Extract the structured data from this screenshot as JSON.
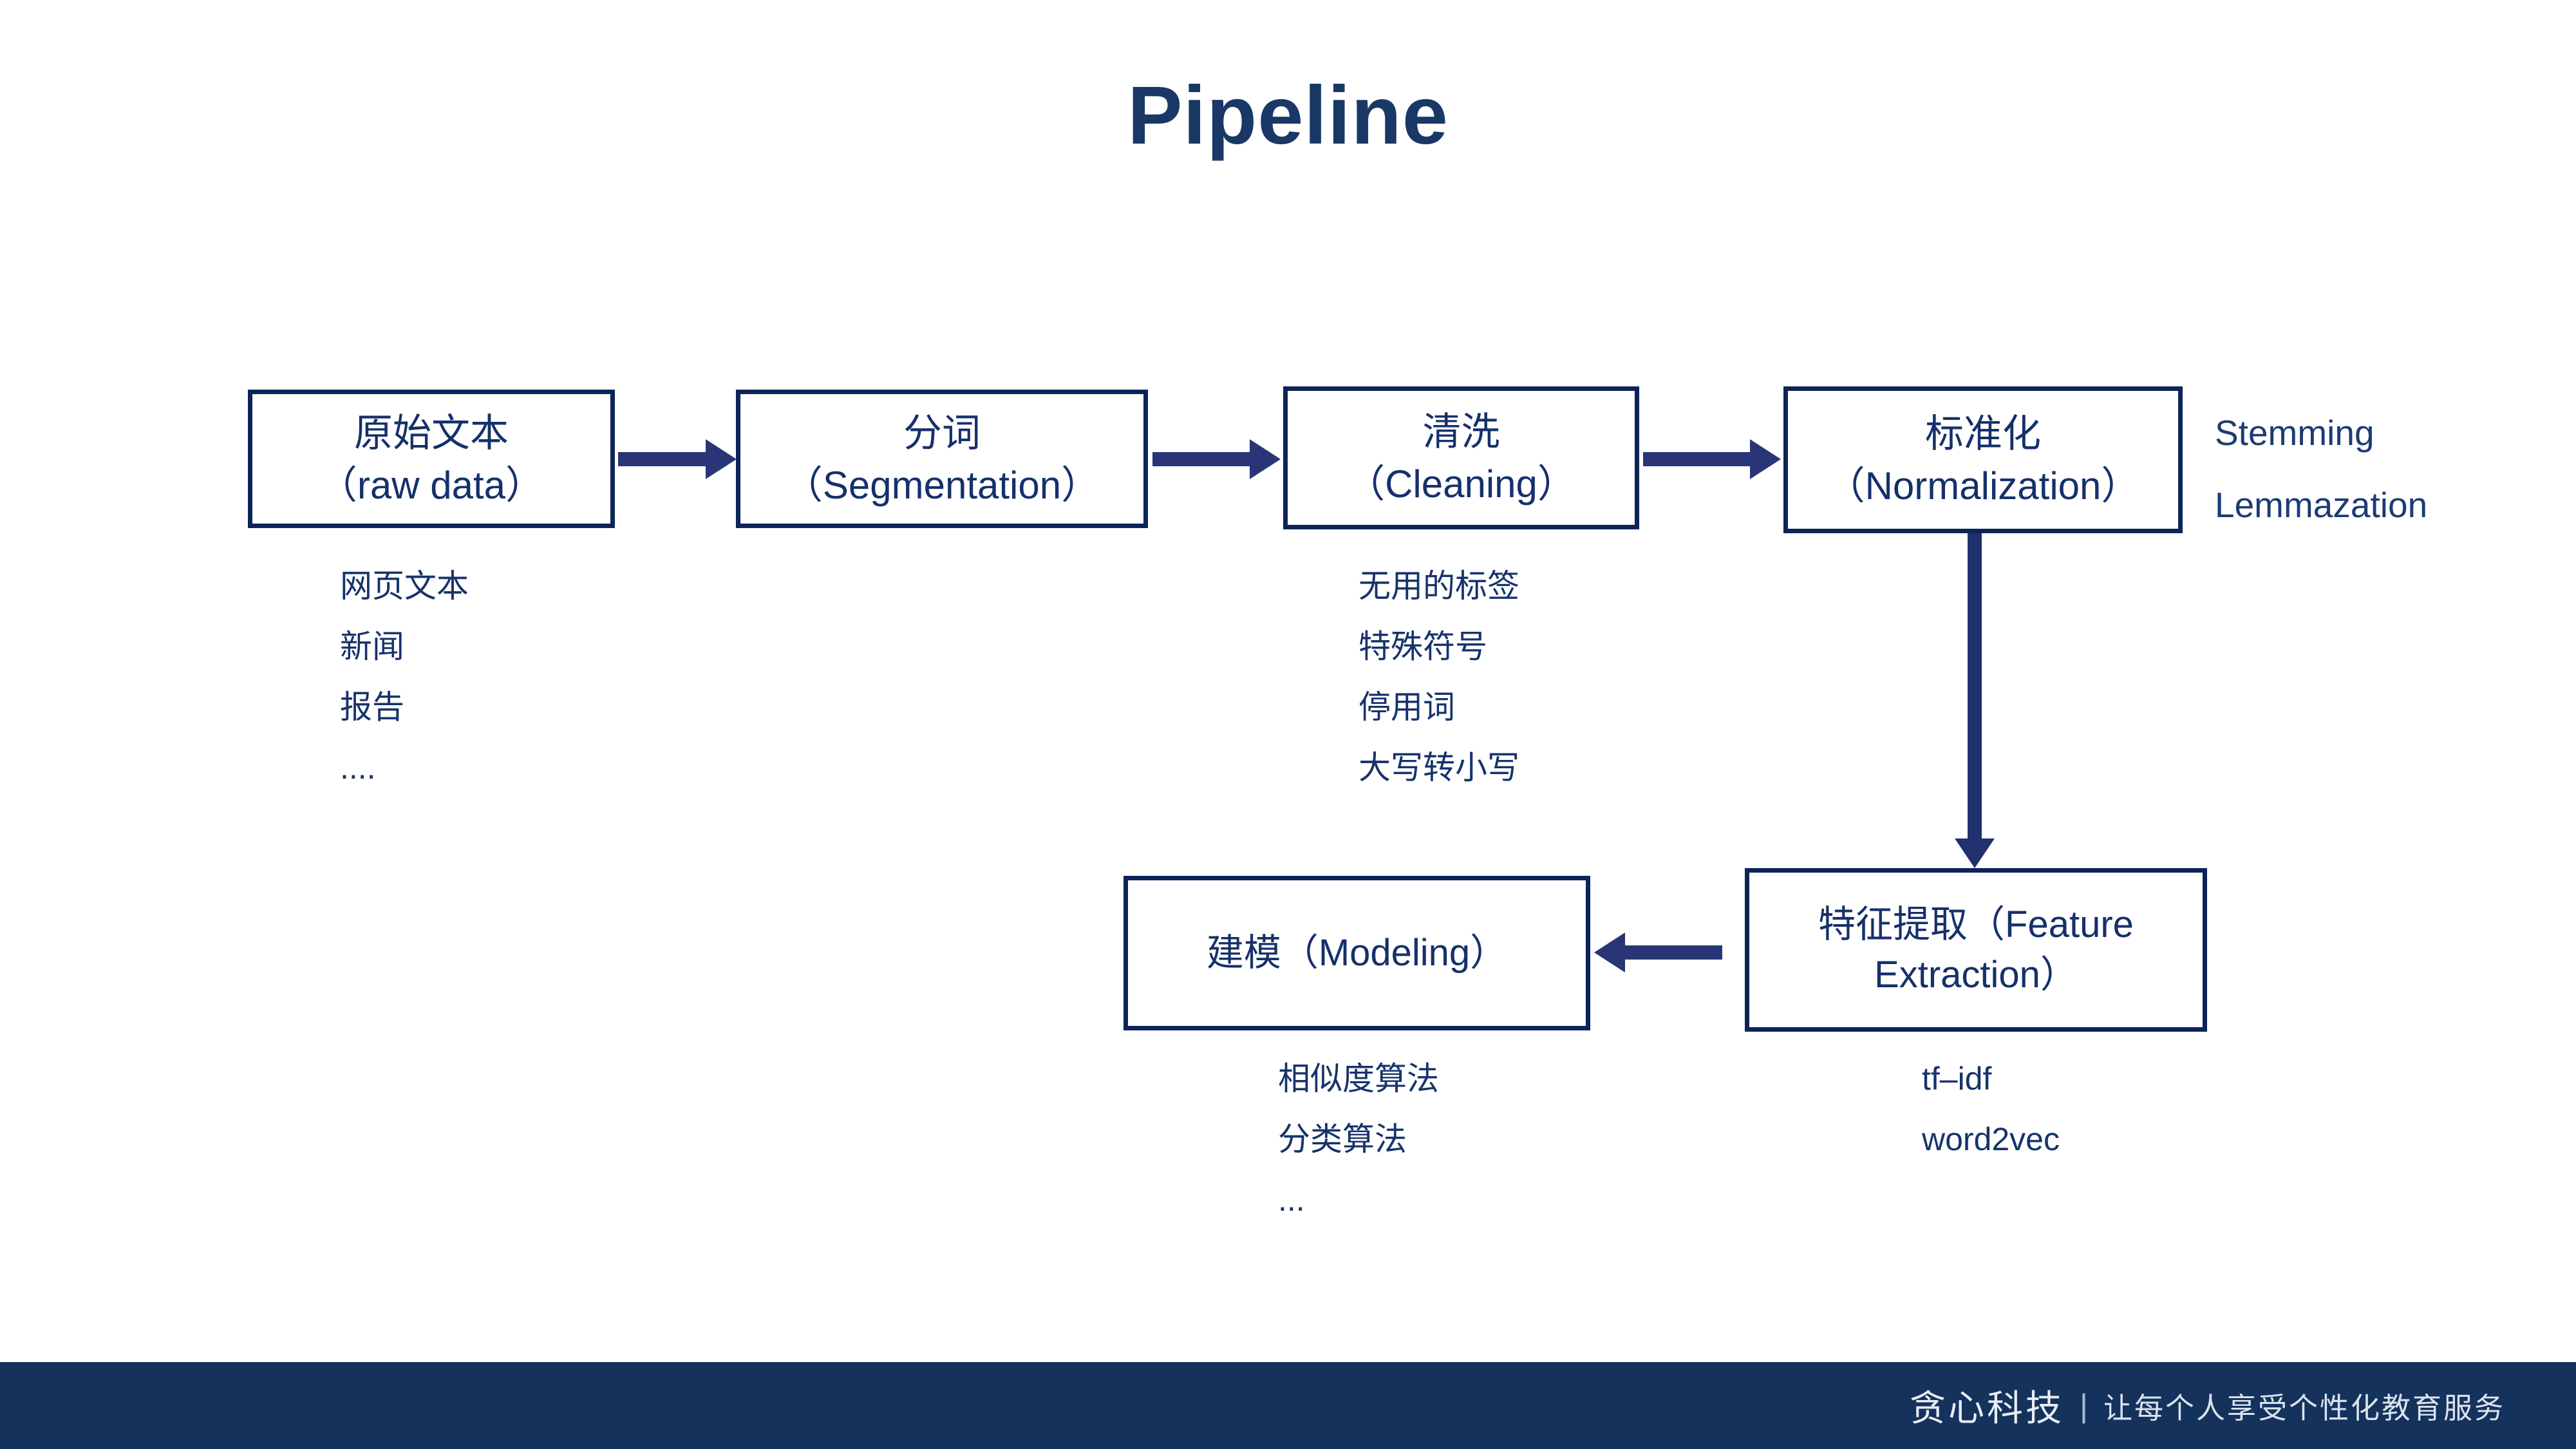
{
  "slide": {
    "title": "Pipeline",
    "accent_color": "#15306b",
    "border_color": "#0c2458",
    "arrow_color": "#2a3577",
    "footer_color": "#14325c"
  },
  "boxes": {
    "raw": {
      "line1": "原始文本",
      "line2": "（raw data）"
    },
    "segmentation": {
      "line1": "分词",
      "line2": "（Segmentation）"
    },
    "cleaning": {
      "line1": "清洗",
      "line2": "（Cleaning）"
    },
    "normalization": {
      "line1": "标准化",
      "line2": "（Normalization）"
    },
    "modeling": {
      "line1": "建模（Modeling）"
    },
    "feature_extraction": {
      "line1": "特征提取（Feature",
      "line2": "Extraction）"
    }
  },
  "notes": {
    "stemming": "Stemming",
    "lemmazation": "Lemmazation"
  },
  "lists": {
    "raw": [
      "网页文本",
      "新闻",
      "报告",
      "...."
    ],
    "cleaning": [
      "无用的标签",
      "特殊符号",
      "停用词",
      "大写转小写"
    ],
    "modeling": [
      "相似度算法",
      "分类算法",
      "..."
    ],
    "feature_extraction": [
      "tf–idf",
      "word2vec"
    ]
  },
  "footer": {
    "brand": "贪心科技",
    "divider": "|",
    "tagline": "让每个人享受个性化教育服务"
  }
}
